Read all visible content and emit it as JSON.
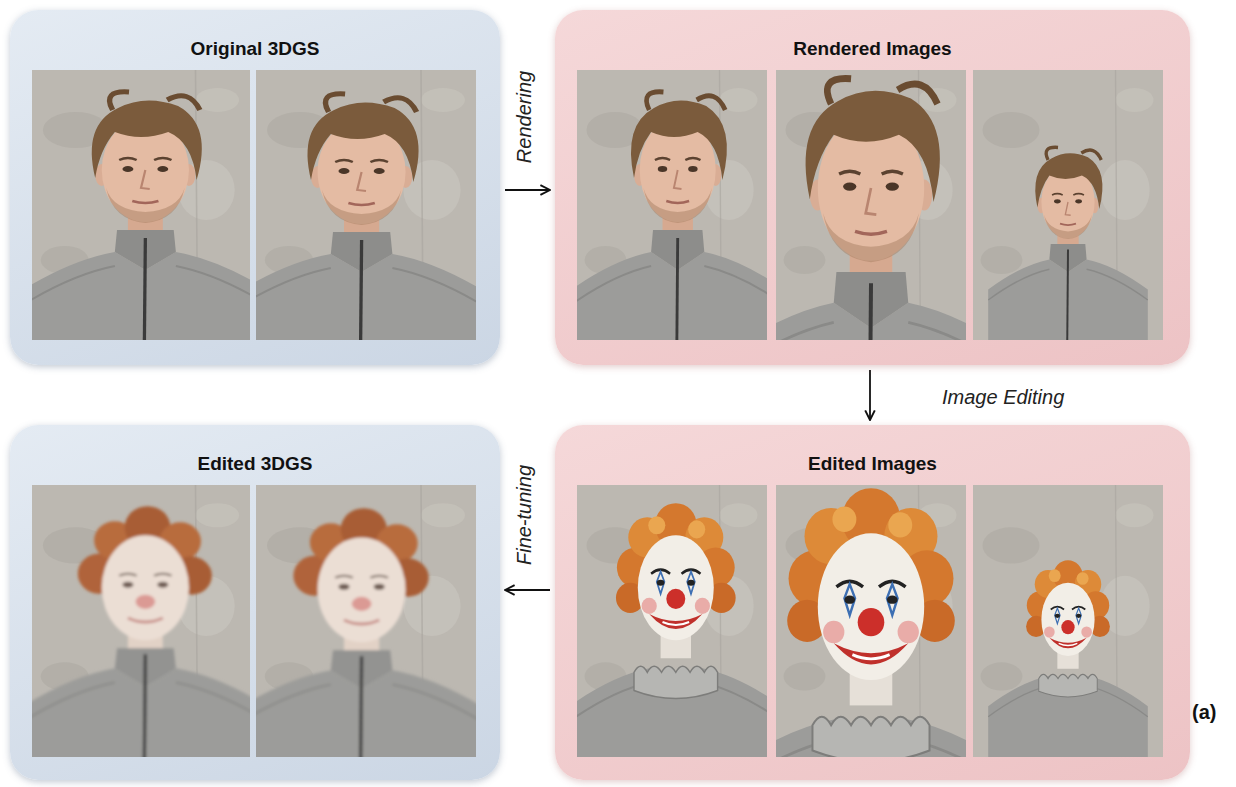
{
  "diagram": {
    "nodes": [
      {
        "text": [
          "Original 3DGS"
        ]
      },
      {
        "text": [
          "Rendered Images"
        ]
      },
      {
        "text": [
          "Edited Images"
        ]
      },
      {
        "text": [
          "Edited 3DGS"
        ]
      }
    ],
    "edges": [
      {
        "from": 0,
        "to": 1,
        "label": "Rendering",
        "arrow": "to"
      },
      {
        "from": 1,
        "to": 2,
        "label": "Image Editing",
        "arrow": "to"
      },
      {
        "from": 2,
        "to": 3,
        "label": "Fine-tuning",
        "arrow": "to"
      }
    ],
    "labels": [
      "(a)"
    ]
  }
}
